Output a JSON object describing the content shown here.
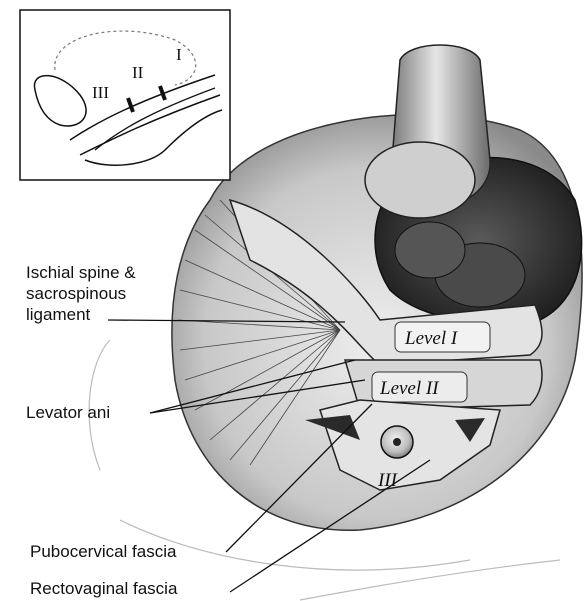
{
  "inset": {
    "labels": [
      "I",
      "II",
      "III"
    ]
  },
  "levels": {
    "level_1": "Level I",
    "level_2": "Level II",
    "level_3": "III"
  },
  "callouts": {
    "ischial_spine_line1": "Ischial spine &",
    "ischial_spine_line2": "sacrospinous",
    "ischial_spine_line3": "ligament",
    "levator_ani": "Levator ani",
    "pubocervical": "Pubocervical fascia",
    "rectovaginal": "Rectovaginal fascia"
  }
}
